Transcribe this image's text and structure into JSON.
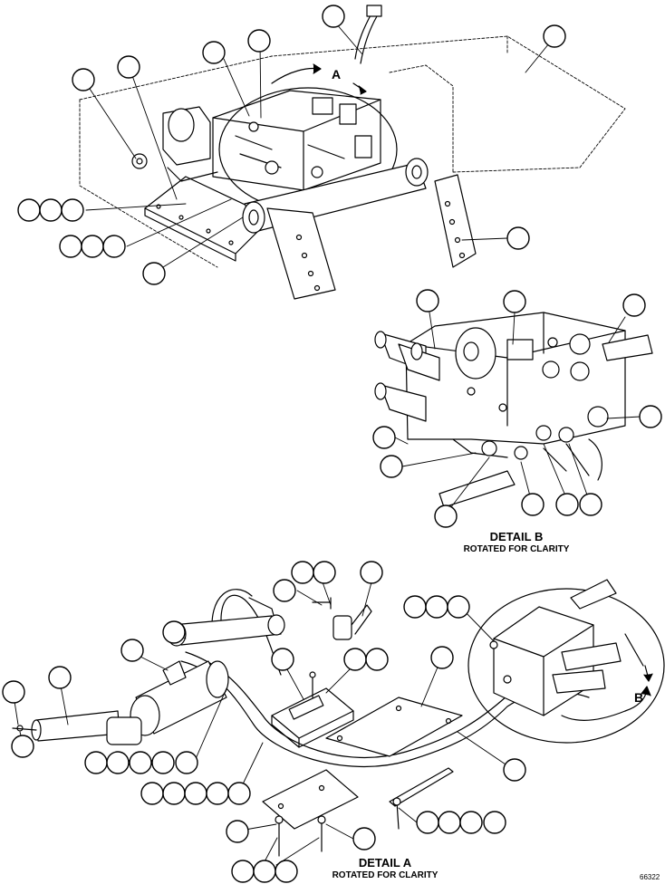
{
  "detail_b": {
    "title": "DETAIL B",
    "subtitle": "ROTATED FOR CLARITY"
  },
  "detail_a": {
    "title": "DETAIL A",
    "subtitle": "ROTATED FOR CLARITY"
  },
  "view_arrows": {
    "a": "A",
    "b": "B"
  },
  "figure_number": "66322",
  "callout_shape": "empty-circle",
  "line_color": "#000000"
}
